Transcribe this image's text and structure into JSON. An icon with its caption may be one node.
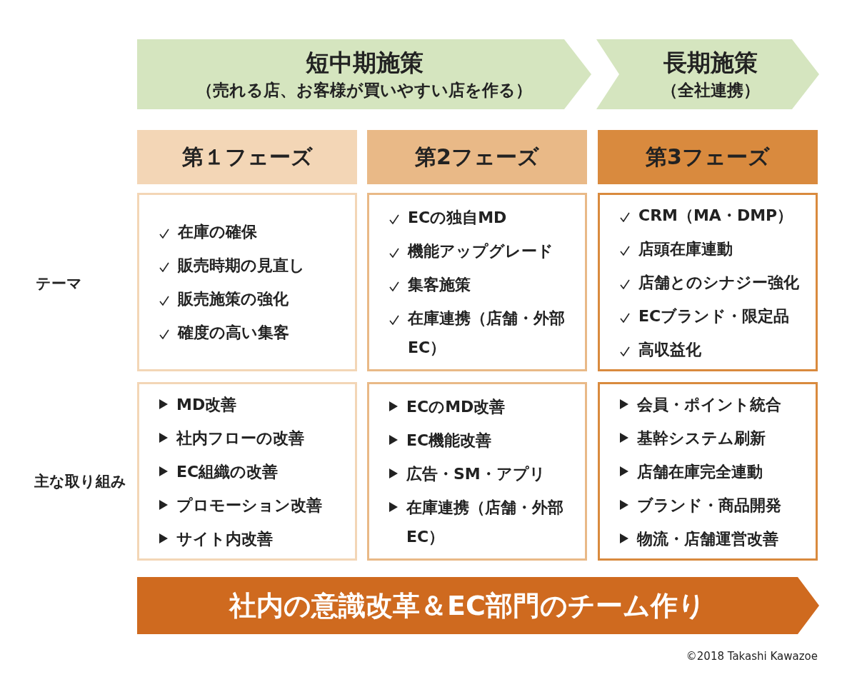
{
  "diagram": {
    "caption": "©2018 Takashi Kawazoe",
    "nodes": [
      {
        "text": [
          "短中期施策",
          "（売れる店、お客様が買いやすい店を作る）"
        ]
      },
      {
        "text": [
          "長期施策",
          "（全社連携）"
        ]
      },
      {
        "text": [
          "第１フェーズ"
        ]
      },
      {
        "text": [
          "第2フェーズ"
        ]
      },
      {
        "text": [
          "第3フェーズ"
        ]
      },
      {
        "text": [
          "在庫の確保",
          "販売時期の見直し",
          "販売施策の強化",
          "確度の高い集客"
        ]
      },
      {
        "text": [
          "ECの独自MD",
          "機能アップグレード",
          "集客施策",
          "在庫連携（店舗・外部EC）"
        ]
      },
      {
        "text": [
          "CRM（MA・DMP）",
          "店頭在庫連動",
          "店舗とのシナジー強化",
          "ECブランド・限定品",
          "高収益化"
        ]
      },
      {
        "text": [
          "MD改善",
          "社内フローの改善",
          "EC組織の改善",
          "プロモーション改善",
          "サイト内改善"
        ]
      },
      {
        "text": [
          "ECのMD改善",
          "EC機能改善",
          "広告・SM・アプリ",
          "在庫連携（店舗・外部EC）"
        ]
      },
      {
        "text": [
          "会員・ポイント統合",
          "基幹システム刷新",
          "店舗在庫完全連動",
          "ブランド・商品開発",
          "物流・店舗運営改善"
        ]
      },
      {
        "text": [
          "社内の意識改革＆EC部門のチーム作り"
        ]
      }
    ],
    "labels": [
      "テーマ",
      "主な取り組み"
    ]
  }
}
